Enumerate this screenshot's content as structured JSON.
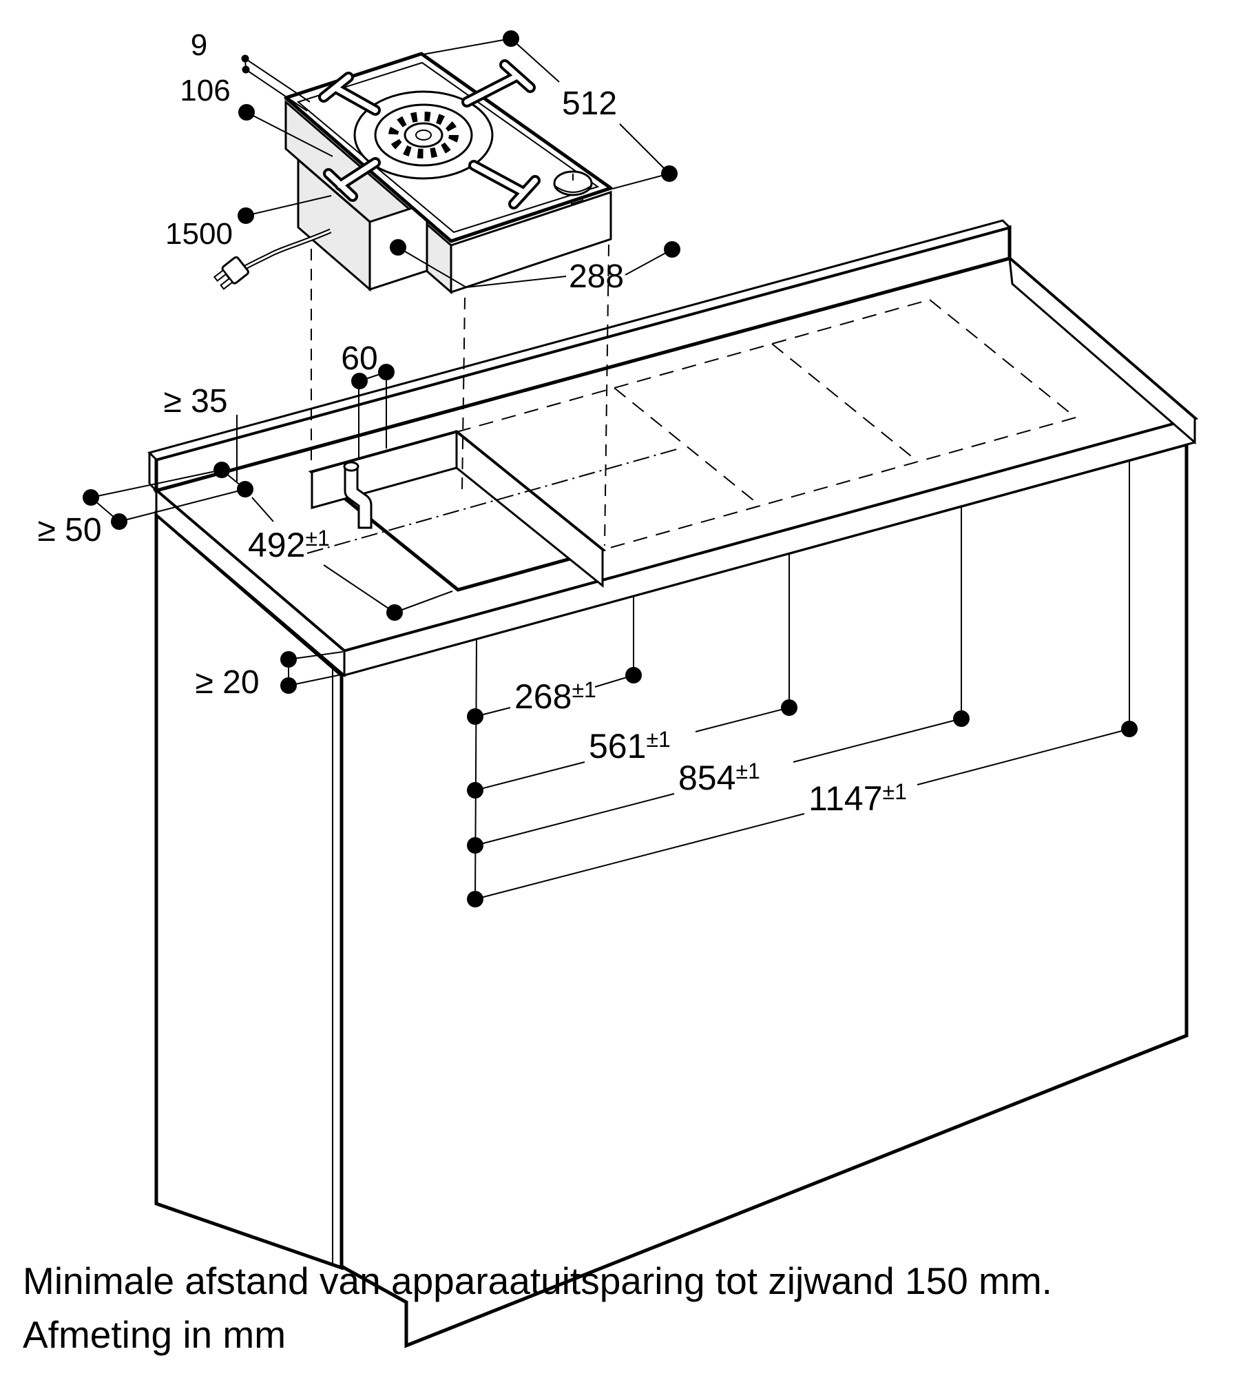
{
  "drawing": {
    "labels": {
      "d9": {
        "text": "9"
      },
      "d106": {
        "text": "106"
      },
      "d1500": {
        "text": "1500"
      },
      "d512": {
        "text": "512"
      },
      "d288": {
        "text": "288"
      },
      "d60": {
        "text": "60"
      },
      "d35": {
        "text": "≥ 35"
      },
      "d50": {
        "text": "≥ 50"
      },
      "d20": {
        "text": "≥ 20"
      },
      "d492": {
        "text": "492",
        "sup": "±1"
      },
      "d268": {
        "text": "268",
        "sup": "±1"
      },
      "d561": {
        "text": "561",
        "sup": "±1"
      },
      "d854": {
        "text": "854",
        "sup": "±1"
      },
      "d1147": {
        "text": "1147",
        "sup": "±1"
      }
    },
    "notes": {
      "line1": "Minimale afstand van apparaatuitsparing tot zijwand 150 mm.",
      "line2": "Afmeting in mm"
    },
    "colors": {
      "line": "#000000",
      "background": "#ffffff",
      "housing_fill": "#ebebeb"
    }
  }
}
